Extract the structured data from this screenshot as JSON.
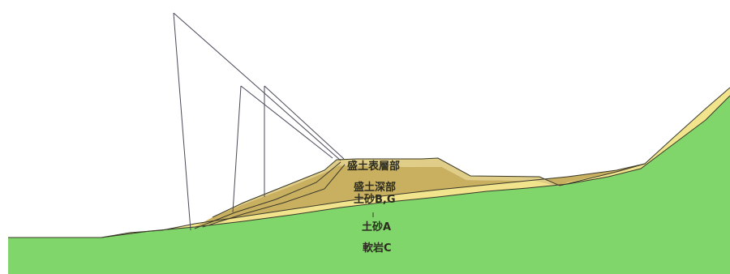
{
  "labels": {
    "embankment_surface": "盛土表層部",
    "embankment_deep_line1": "盛土深部",
    "embankment_deep_line2": "土砂B,G",
    "soil_a": "土砂A",
    "soft_rock_c": "軟岩C"
  },
  "colors": {
    "soft_rock": "#80d66a",
    "soil_a": "#f1e48c",
    "embankment_deep": "#c9b060",
    "embankment_surface": "#e0ce88",
    "outline": "#3a3a2a",
    "slip_lines": "#4a4a5a"
  }
}
